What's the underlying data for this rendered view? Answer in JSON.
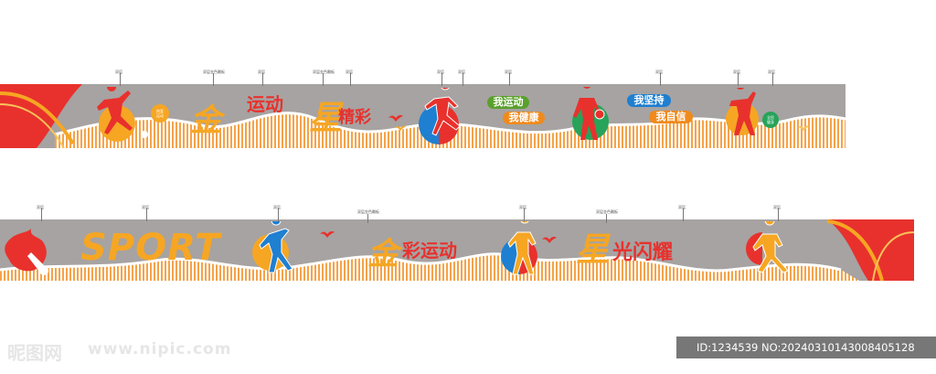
{
  "colors": {
    "gray": "#a6a3a2",
    "red": "#e8312d",
    "orange": "#f6a623",
    "orange_stripe": "#f5a34a",
    "blue": "#1f7fd0",
    "green": "#5aa02c",
    "white": "#ffffff"
  },
  "panel_top": {
    "title_chars": {
      "jin": "金",
      "yundong": "运动",
      "xing": "星",
      "jingcai": "精彩"
    },
    "pills": [
      {
        "text": "我运动",
        "color": "#5aa02c"
      },
      {
        "text": "我健康",
        "color": "#f08a1d"
      },
      {
        "text": "我坚持",
        "color": "#1f7fd0"
      },
      {
        "text": "我自信",
        "color": "#f08a1d"
      }
    ],
    "badges": [
      {
        "text": "热爱\n运动",
        "color": "#f6a623"
      },
      {
        "text": "全民\n健身",
        "color": "#27a35a"
      }
    ],
    "callouts": [
      "双层",
      "双层金色雕板",
      "双层",
      "双层金色雕板",
      "双层",
      "双层",
      "双层",
      "双层",
      "双层",
      "双层",
      "双层"
    ],
    "icons": [
      "soccer-player-icon",
      "runner-icon",
      "basketball-player-icon",
      "badminton-player-icon",
      "bird-icon"
    ]
  },
  "panel_bottom": {
    "sport_word": "SPORT",
    "title_chars": {
      "jin": "金",
      "caiyundong": "彩运动",
      "xing": "星",
      "guangshanyao": "光闪耀"
    },
    "callouts": [
      "双层",
      "双层",
      "双层",
      "双层金色雕板",
      "双层",
      "双层金色雕板",
      "双层",
      "双层"
    ],
    "icons": [
      "flaming-shuttlecock-icon",
      "volleyball-player-icon",
      "tennis-player-icon",
      "baseball-player-icon",
      "bird-icon"
    ]
  },
  "watermark": {
    "logo_text": "昵图网",
    "url": "www.nipic.com",
    "id_text": "ID:1234539 NO:20240310143008405128"
  }
}
